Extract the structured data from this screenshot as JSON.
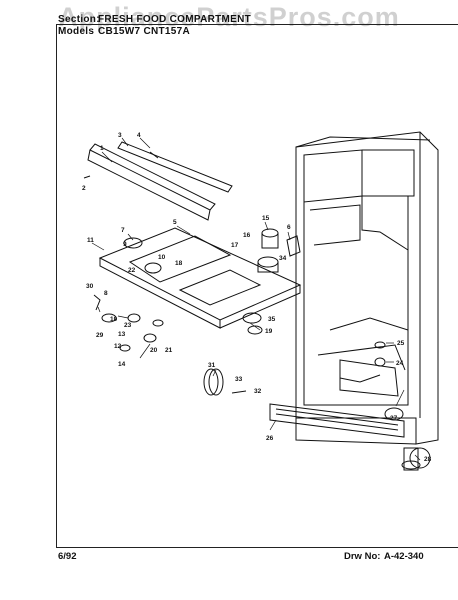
{
  "header": {
    "section_label": "Section:",
    "section_value": "FRESH FOOD COMPARTMENT",
    "models_label": "Models",
    "models_value": "CB15W7 CNT157A"
  },
  "watermark": "AppliancePartsPros.com",
  "footer": {
    "date": "6/92",
    "drawing_label": "Drw No:",
    "drawing_number": "A-42-340"
  },
  "callouts": [
    "1",
    "2",
    "3",
    "4",
    "5",
    "6",
    "7",
    "8",
    "9",
    "10",
    "11",
    "12",
    "13",
    "14",
    "15",
    "16",
    "17",
    "18",
    "19",
    "20",
    "21",
    "22",
    "23",
    "24",
    "25",
    "26",
    "27",
    "28",
    "29",
    "30",
    "31",
    "32",
    "33",
    "34",
    "35"
  ],
  "colors": {
    "ink": "#111111",
    "watermark": "#aaaaaa"
  }
}
